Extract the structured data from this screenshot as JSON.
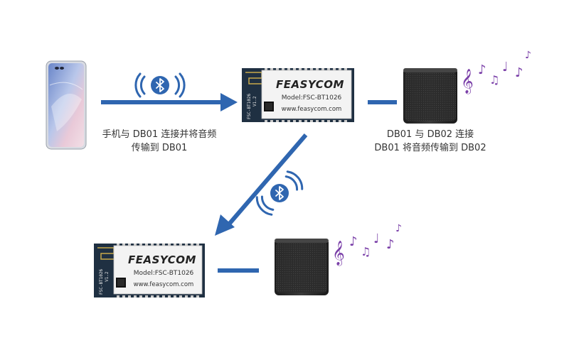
{
  "colors": {
    "arrow": "#2f66b0",
    "bluetooth": "#2f66b0",
    "pcb": "#1f3042",
    "shield": "#f3f3f3",
    "speaker": "#2b2b2b",
    "notes": "#7a3fa8"
  },
  "labels": {
    "phone_to_db01_line1": "手机与 DB01 连接并将音频",
    "phone_to_db01_line2": "传输到 DB01",
    "db01_to_db02_line1": "DB01 与 DB02 连接",
    "db01_to_db02_line2": "DB01 将音频传输到 DB02"
  },
  "module_top": {
    "brand": "FEASYCOM",
    "model": "Model:FSC-BT1026",
    "website": "www.feasycom.com",
    "side_text": "FSC-BT1026",
    "version": "V1.2"
  },
  "module_bottom": {
    "brand": "FEASYCOM",
    "model": "Model:FSC-BT1026",
    "website": "www.feasycom.com",
    "side_text": "FSC-BT1026",
    "version": "V1.2"
  },
  "icons": {
    "phone": "smartphone-icon",
    "bluetooth": "bluetooth-icon",
    "speaker": "speaker-icon",
    "music": "music-notes-icon"
  }
}
